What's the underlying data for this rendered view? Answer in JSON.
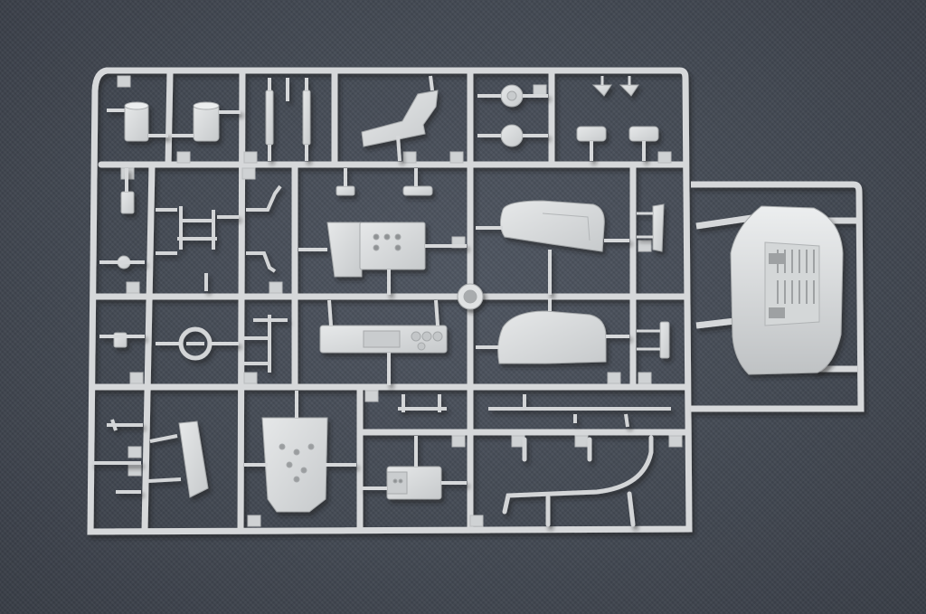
{
  "scene": {
    "description_colors": {
      "background": "#454b55",
      "plastic": "#d7d9da",
      "plastic_shadow": "#a9acae",
      "plastic_highlight": "#ecedee"
    },
    "objects": [
      "sprue-frame-main",
      "sprue-frame-side",
      "mudguard-part",
      "grille-part",
      "engine-part",
      "seat-part"
    ]
  }
}
